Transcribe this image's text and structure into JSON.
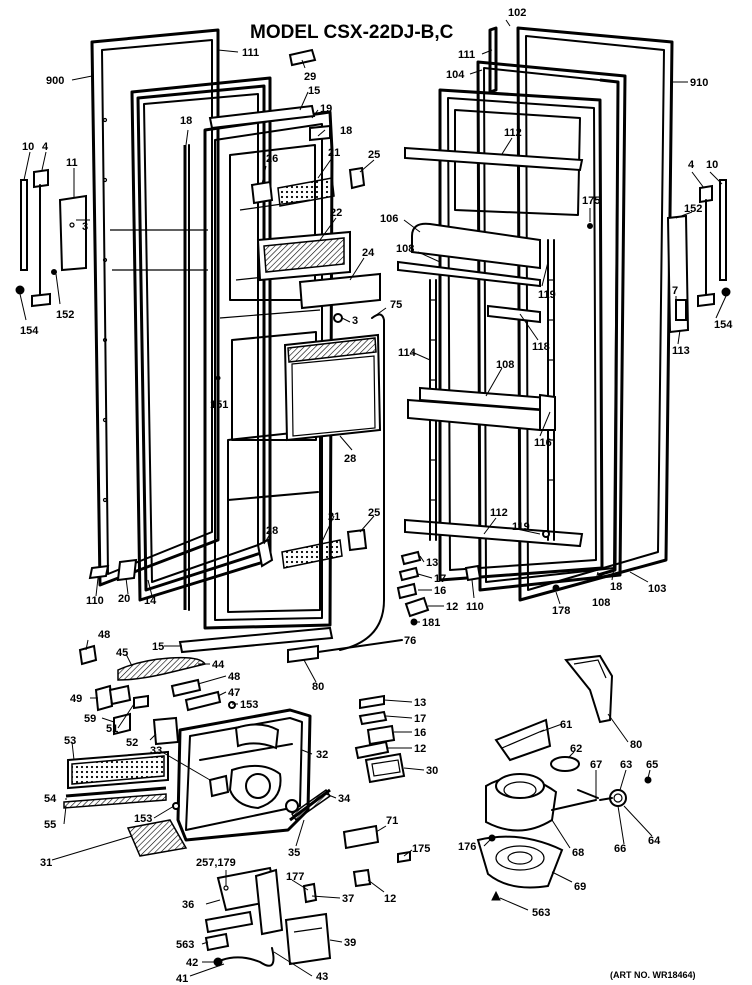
{
  "title": "MODEL CSX-22DJ-B,C",
  "art_number": "(ART NO. WR18464)",
  "labels": {
    "l900": "900",
    "l111a": "111",
    "l29": "29",
    "l15a": "15",
    "l19": "19",
    "l18a": "18",
    "l18b": "18",
    "l10a": "10",
    "l4a": "4",
    "l11a": "11",
    "l3a": "3",
    "l152a": "152",
    "l154a": "154",
    "l26a": "26",
    "l21a": "21",
    "l25a": "25",
    "l22": "22",
    "l24": "24",
    "l75": "75",
    "l3b": "3",
    "l151": "151",
    "l28a": "28",
    "l21b": "21",
    "l25b": "25",
    "l28b": "28",
    "l110a": "110",
    "l20": "20",
    "l14": "14",
    "l15b": "15",
    "l76": "76",
    "l80a": "80",
    "l102": "102",
    "l111b": "111",
    "l104": "104",
    "l910": "910",
    "l112a": "112",
    "l175a": "175",
    "l4b": "4",
    "l10b": "10",
    "l152b": "152",
    "l106": "106",
    "l108a": "108",
    "l119a": "119",
    "l118": "118",
    "l114": "114",
    "l108b": "108",
    "l116": "116",
    "l7": "7",
    "l113": "113",
    "l154b": "154",
    "l112b": "112",
    "l119b": "119",
    "l13a": "13",
    "l17a": "17",
    "l16a": "16",
    "l110b": "110",
    "l12a": "12",
    "l181": "181",
    "l178": "178",
    "l18c": "18",
    "l108c": "108",
    "l103": "103",
    "l48a": "48",
    "l45": "45",
    "l44": "44",
    "l49": "49",
    "l48b": "48",
    "l47": "47",
    "l59": "59",
    "l51": "51",
    "l153a": "153",
    "l52": "52",
    "l53": "53",
    "l33": "33",
    "l32": "32",
    "l54": "54",
    "l55": "55",
    "l153b": "153",
    "l31": "31",
    "l34": "34",
    "l35": "35",
    "l13b": "13",
    "l17b": "17",
    "l16b": "16",
    "l12b": "12",
    "l30": "30",
    "l71": "71",
    "l175b": "175",
    "l12c": "12",
    "l257": "257,179",
    "l177": "177",
    "l37": "37",
    "l36": "36",
    "l563a": "563",
    "l39": "39",
    "l42": "42",
    "l41": "41",
    "l43": "43",
    "l80b": "80",
    "l61": "61",
    "l62": "62",
    "l67": "67",
    "l63": "63",
    "l65": "65",
    "l64": "64",
    "l66": "66",
    "l68": "68",
    "l176": "176",
    "l69": "69",
    "l563b": "563"
  }
}
